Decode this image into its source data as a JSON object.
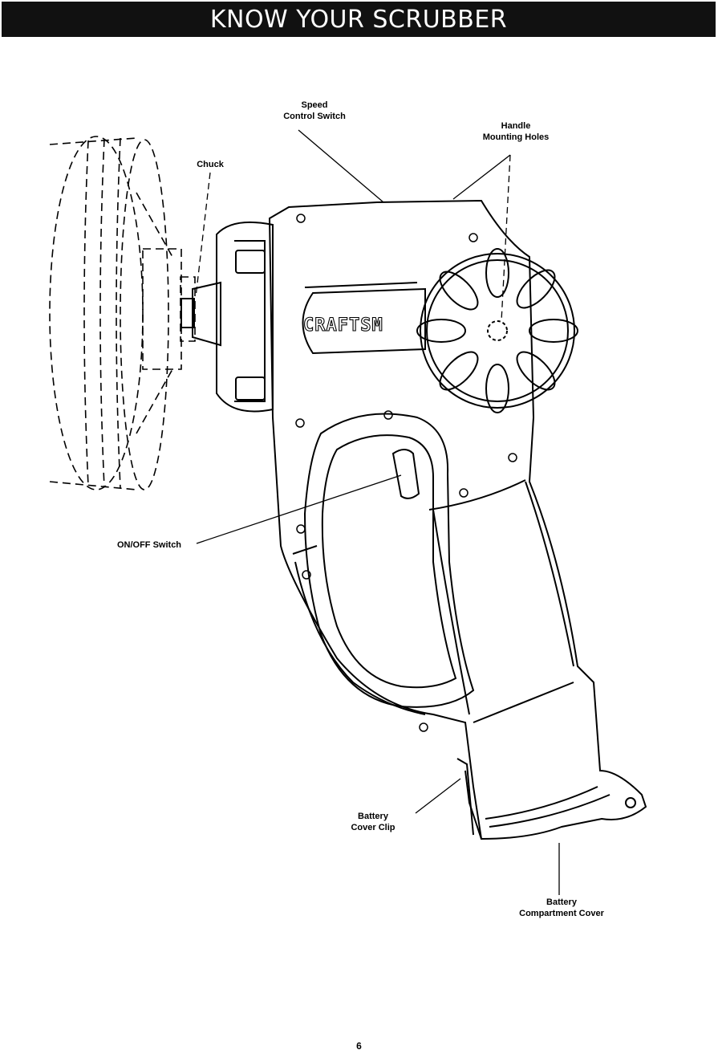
{
  "header": {
    "title": "KNOW YOUR SCRUBBER"
  },
  "labels": {
    "speed_control_line1": "Speed",
    "speed_control_line2": "Control Switch",
    "handle_mounting_line1": "Handle",
    "handle_mounting_line2": "Mounting Holes",
    "chuck": "Chuck",
    "on_off_switch": "ON/OFF Switch",
    "battery_clip_line1": "Battery",
    "battery_clip_line2": "Cover Clip",
    "battery_cover_line1": "Battery",
    "battery_cover_line2": "Compartment Cover"
  },
  "logo_text": "CRAFTSM",
  "page_number": "6"
}
